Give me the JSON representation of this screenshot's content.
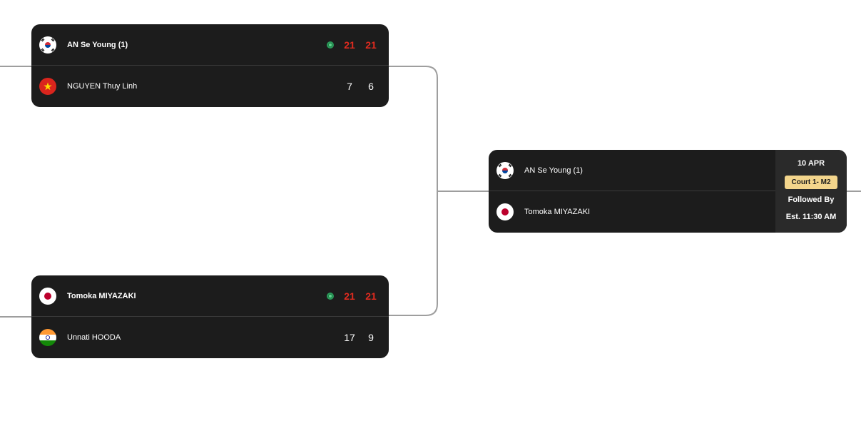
{
  "matches": [
    {
      "players": [
        {
          "flag": "korea-flag-icon",
          "name": "AN Se Young (1)",
          "winner": true,
          "scores": [
            "21",
            "21"
          ]
        },
        {
          "flag": "vietnam-flag-icon",
          "name": "NGUYEN Thuy Linh",
          "winner": false,
          "scores": [
            "7",
            "6"
          ]
        }
      ]
    },
    {
      "players": [
        {
          "flag": "japan-flag-icon",
          "name": "Tomoka MIYAZAKI",
          "winner": true,
          "scores": [
            "21",
            "21"
          ]
        },
        {
          "flag": "india-flag-icon",
          "name": "Unnati HOODA",
          "winner": false,
          "scores": [
            "17",
            "9"
          ]
        }
      ]
    }
  ],
  "next_match": {
    "players": [
      {
        "flag": "korea-flag-icon",
        "name": "AN Se Young (1)"
      },
      {
        "flag": "japan-flag-icon",
        "name": "Tomoka MIYAZAKI"
      }
    ],
    "date": "10 APR",
    "court": "Court 1- M2",
    "followed_by": "Followed By",
    "est_time": "Est. 11:30 AM"
  },
  "colors": {
    "card_bg": "#1c1c1c",
    "winning_score": "#e02b1f",
    "winner_dot": "#2a9b5a",
    "court_badge": "#f3d58c",
    "connector": "#9e9e9e"
  }
}
